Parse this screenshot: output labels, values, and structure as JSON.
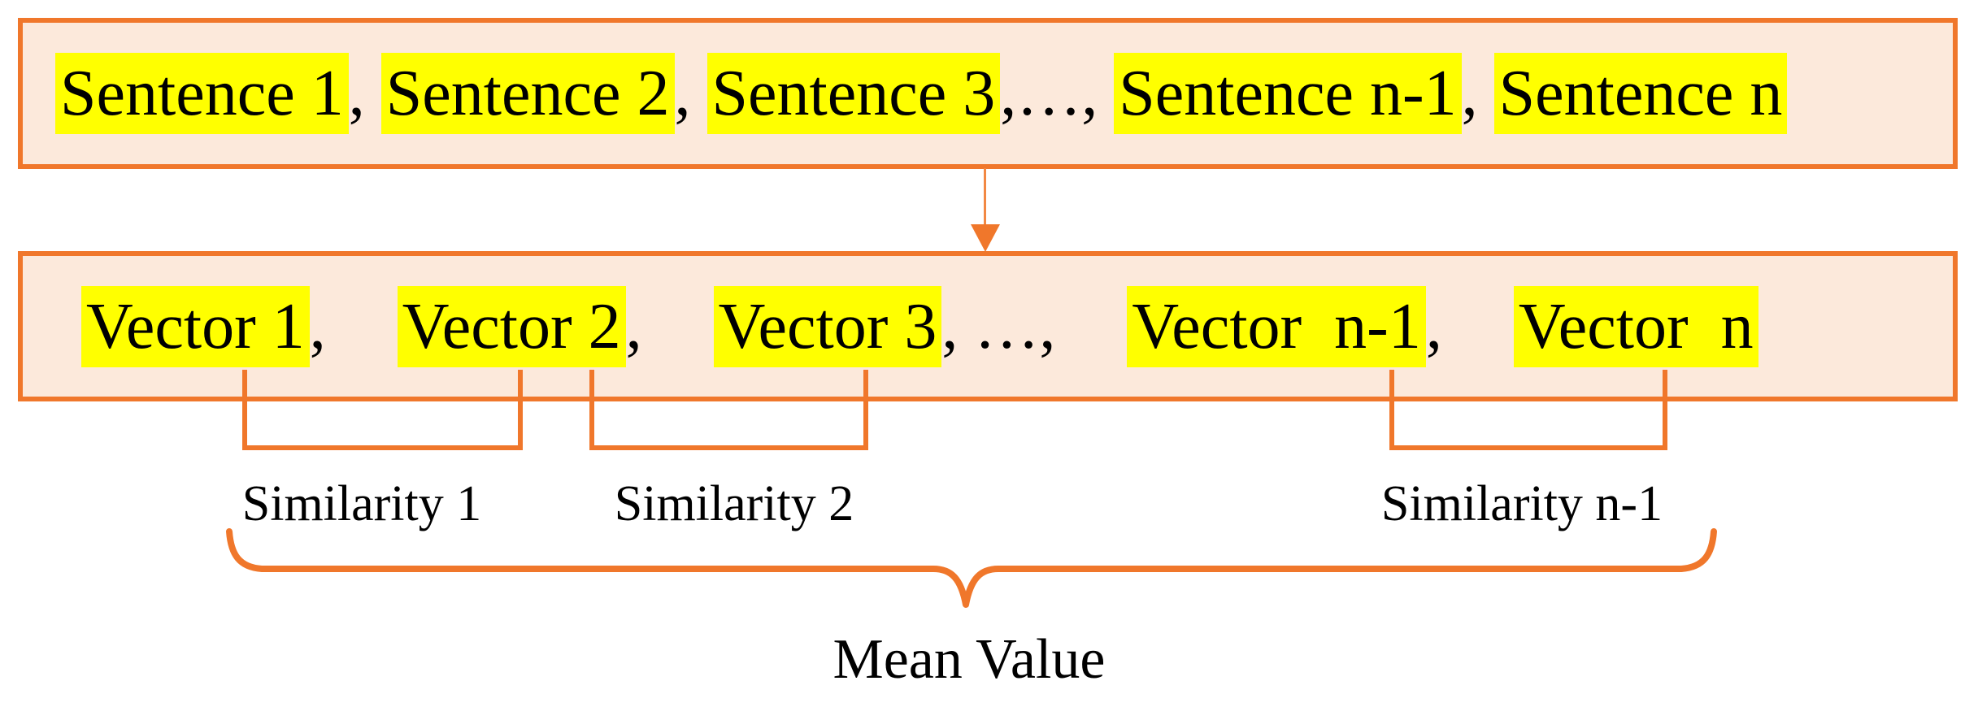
{
  "palette": {
    "orange": "#F0772B",
    "box_fill": "#FCE9DB",
    "highlight_yellow": "#FFFF00",
    "text_black": "#000000"
  },
  "sentence_box": {
    "segments": [
      {
        "text": "Sentence 1",
        "highlight": true
      },
      {
        "text": ", ",
        "highlight": false
      },
      {
        "text": "Sentence 2",
        "highlight": true
      },
      {
        "text": ", ",
        "highlight": false
      },
      {
        "text": "Sentence 3",
        "highlight": true
      },
      {
        "text": ",…, ",
        "highlight": false
      },
      {
        "text": "Sentence n-1",
        "highlight": true
      },
      {
        "text": ", ",
        "highlight": false
      },
      {
        "text": "Sentence n",
        "highlight": true
      }
    ]
  },
  "vector_box": {
    "segments": [
      {
        "text": "Vector 1",
        "highlight": true
      },
      {
        "text": ", ",
        "highlight": false
      },
      {
        "text": "Vector 2",
        "highlight": true
      },
      {
        "text": ", ",
        "highlight": false
      },
      {
        "text": "Vector 3",
        "highlight": true
      },
      {
        "text": ", …, ",
        "highlight": false
      },
      {
        "text": "Vector  n-1",
        "highlight": true
      },
      {
        "text": ", ",
        "highlight": false
      },
      {
        "text": "Vector  n",
        "highlight": true
      }
    ]
  },
  "similarity_labels": [
    {
      "label": "Similarity 1"
    },
    {
      "label": "Similarity 2"
    },
    {
      "label": "Similarity n-1"
    }
  ],
  "mean_label": "Mean Value"
}
